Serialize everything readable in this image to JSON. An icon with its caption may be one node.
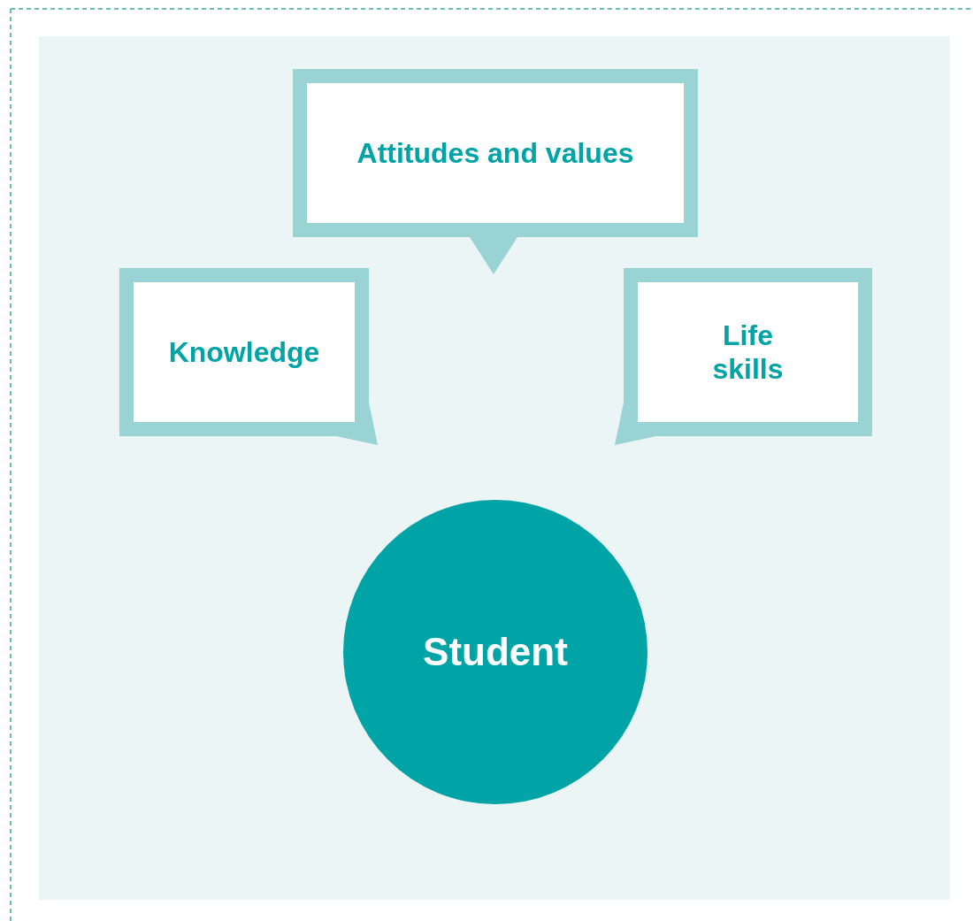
{
  "diagram": {
    "nodes": [
      {
        "text": [
          "Attitudes and values"
        ]
      },
      {
        "text": [
          "Knowledge"
        ]
      },
      {
        "text": [
          "Life skills"
        ]
      },
      {
        "text": [
          "Student"
        ]
      }
    ]
  }
}
